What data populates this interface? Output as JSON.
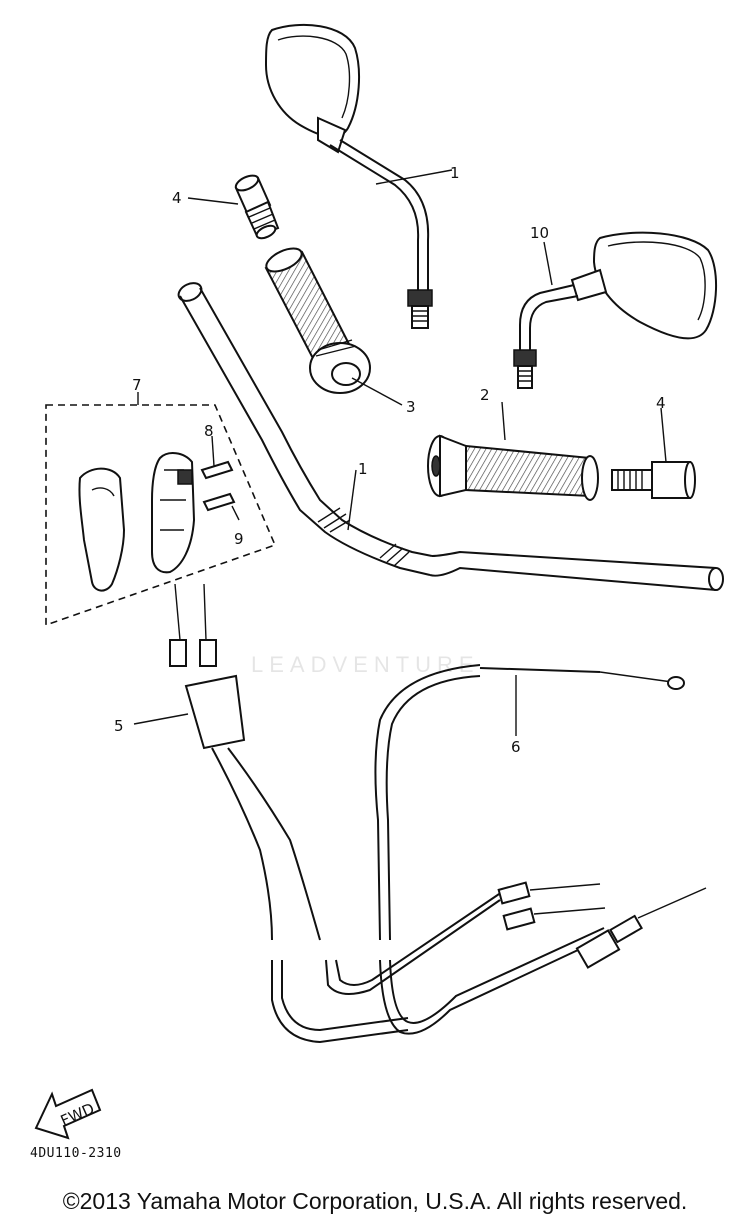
{
  "diagram": {
    "callouts": [
      {
        "id": "mirror-right",
        "label": "1"
      },
      {
        "id": "handlebar",
        "label": "1"
      },
      {
        "id": "grip-right",
        "label": "2"
      },
      {
        "id": "grip-left",
        "label": "3"
      },
      {
        "id": "bar-end-left",
        "label": "4"
      },
      {
        "id": "bar-end-right",
        "label": "4"
      },
      {
        "id": "throttle-cables",
        "label": "5"
      },
      {
        "id": "clutch-cable",
        "label": "6"
      },
      {
        "id": "throttle-housing",
        "label": "7"
      },
      {
        "id": "screw-upper",
        "label": "8"
      },
      {
        "id": "screw-lower",
        "label": "9"
      },
      {
        "id": "mirror-left",
        "label": "10"
      }
    ],
    "fwd_label": "FWD",
    "diagram_code": "4DU110-2310",
    "watermark": "LEADVENTURE"
  },
  "footer": {
    "copyright": "©2013 Yamaha Motor Corporation, U.S.A. All rights reserved."
  }
}
